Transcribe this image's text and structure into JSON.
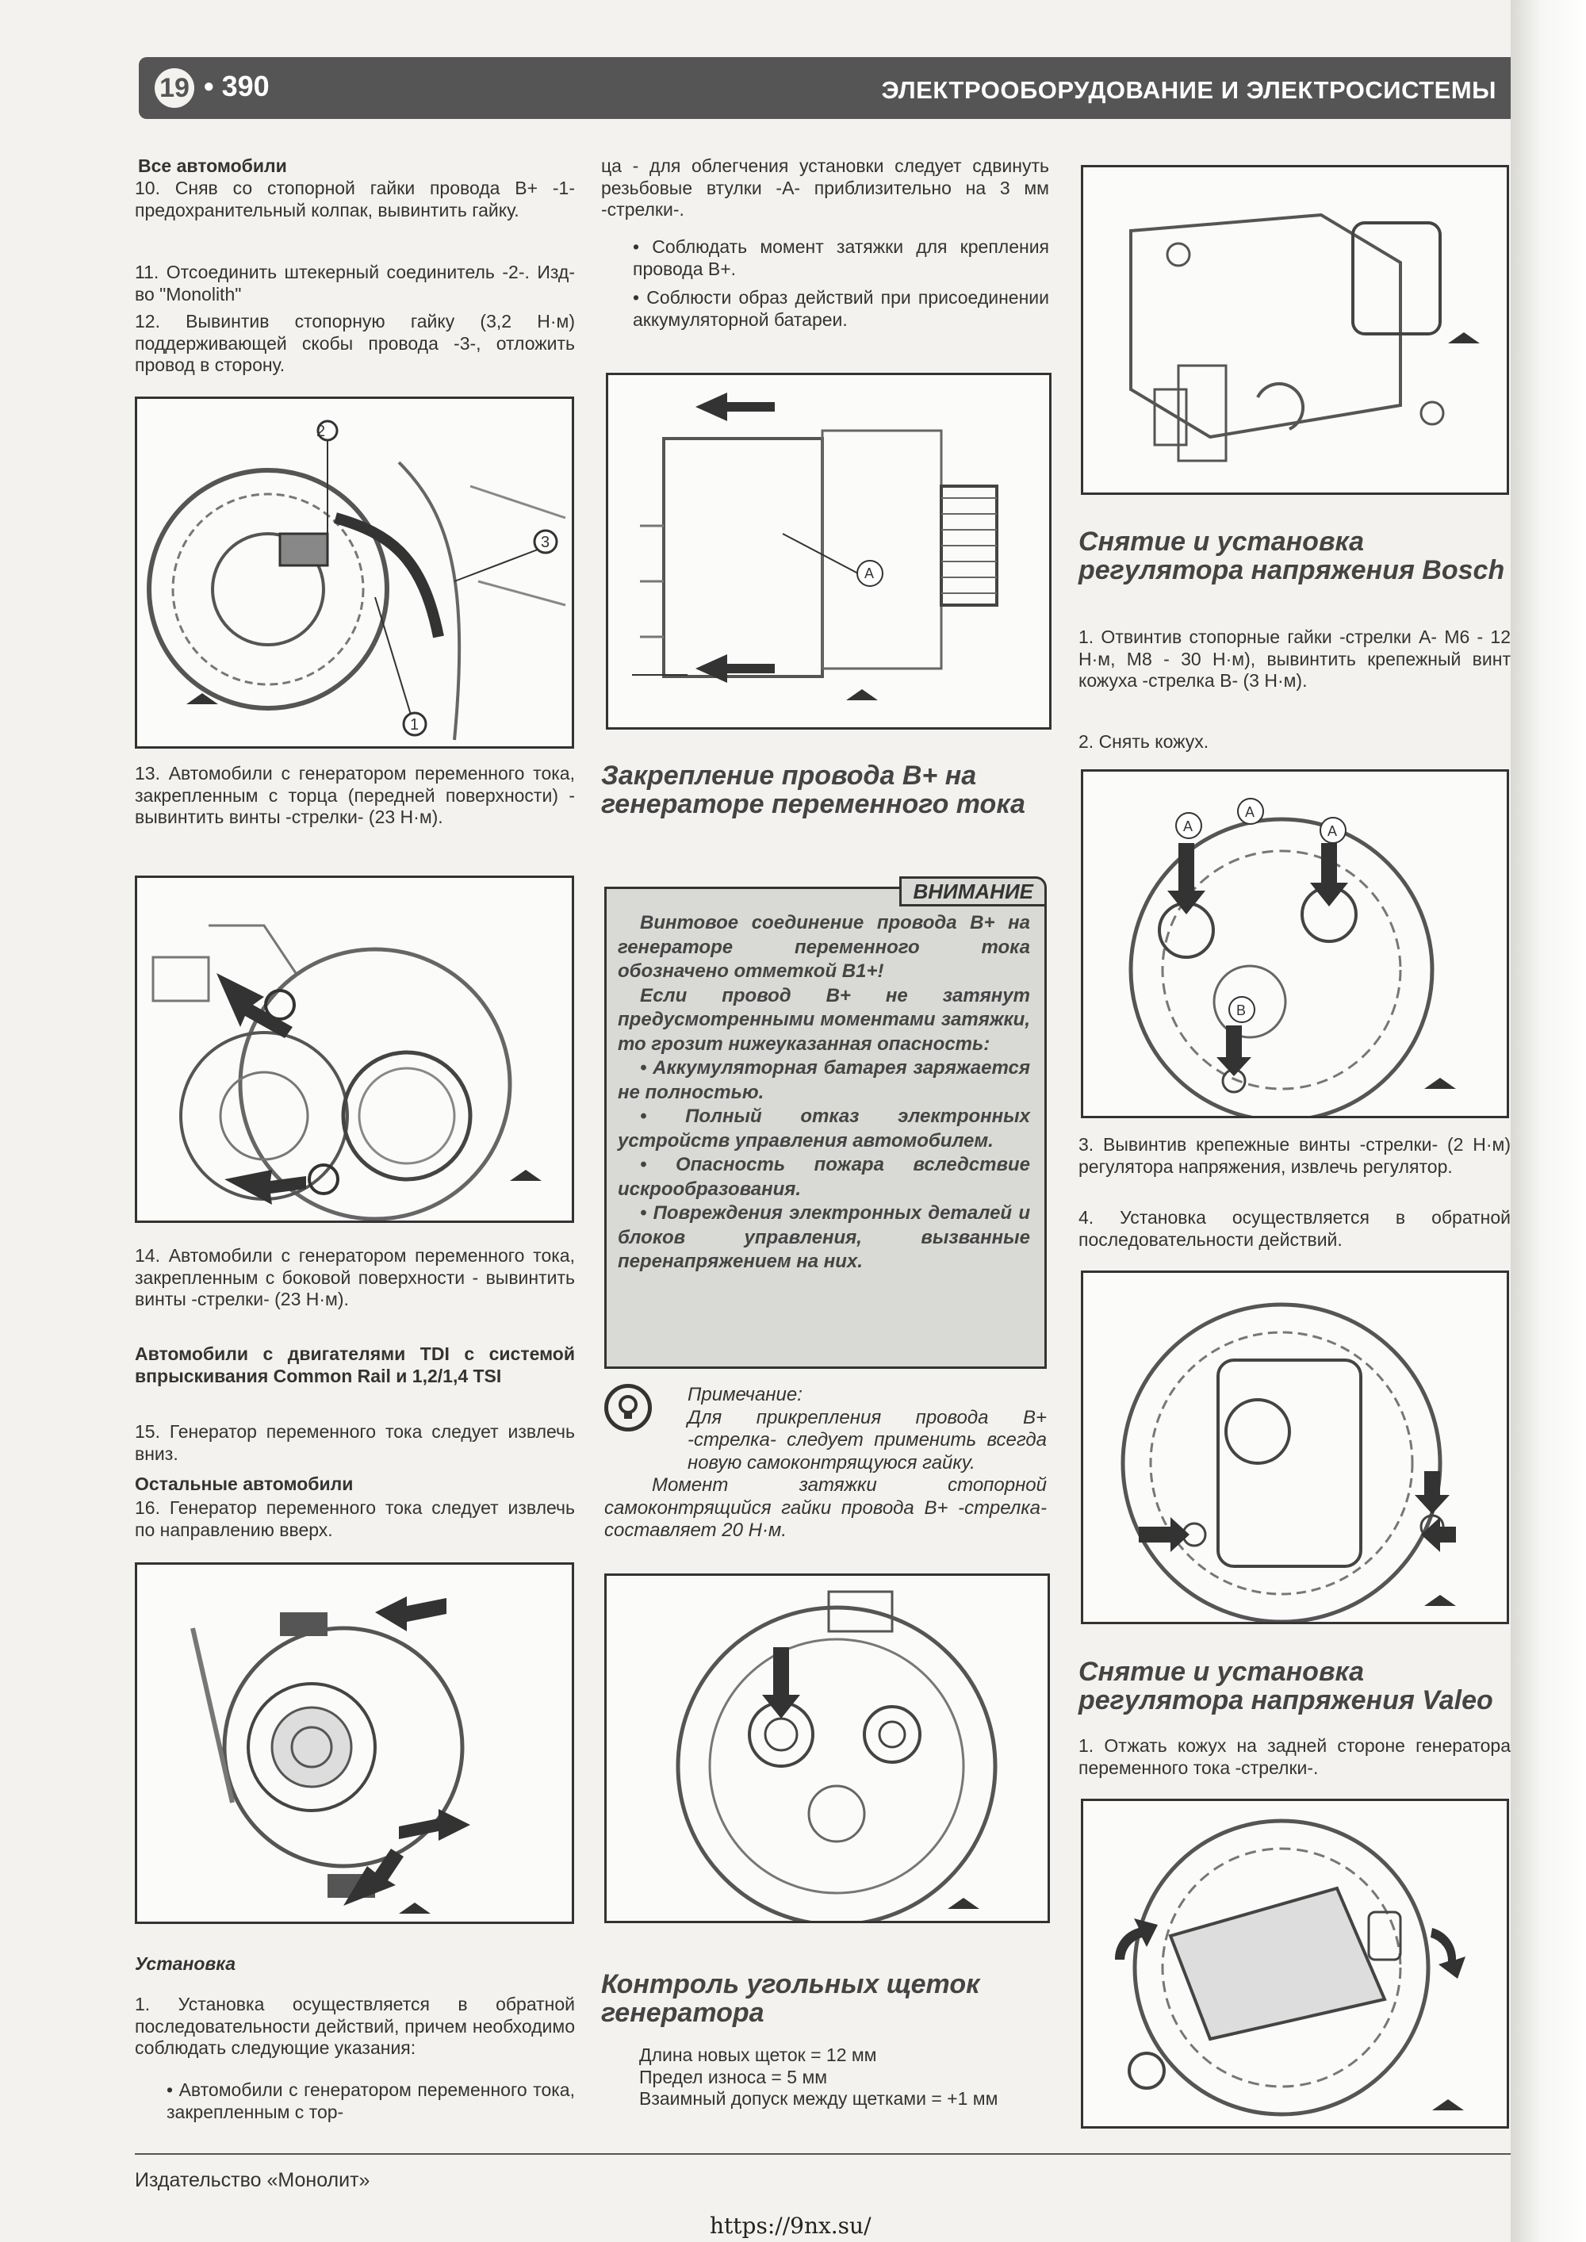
{
  "header": {
    "chapter": "19",
    "page": "• 390",
    "section": "ЭЛЕКТРООБОРУДОВАНИЕ И ЭЛЕКТРОСИСТЕМЫ"
  },
  "col1": {
    "all_cars": "Все автомобили",
    "p10": "10. Сняв со стопорной гайки провода В+ -1- предохранительный колпак, вывинтить гайку.",
    "p11": "11. Отсоединить штекерный соединитель -2-. Изд-во \"Monolith\"",
    "p12": "12. Вывинтив стопорную гайку (3,2 Н·м) поддерживающей скобы провода -3-, отложить провод в сторону.",
    "fig1_labels": [
      "2",
      "3",
      "1"
    ],
    "p13": "13. Автомобили с генератором переменного тока, закрепленным с торца (передней поверхности) - вывинтить винты -стрелки- (23 Н·м).",
    "p14": "14. Автомобили с генератором переменного тока, закрепленным с боковой поверхности - вывинтить винты -стрелки- (23 Н·м).",
    "tdi": "Автомобили с двигателями TDI с системой впрыскивания Common Rail и 1,2/1,4 TSI",
    "p15": "15. Генератор переменного тока следует извлечь вниз.",
    "other_cars": "Остальные автомобили",
    "p16": "16. Генератор переменного тока следует извлечь по направлению вверх.",
    "install_title": "Установка",
    "i1": "1. Установка осуществляется в обратной последовательности действий, причем необходимо соблюдать следующие указания:",
    "i1b": "• Автомобили с генератором переменного тока, закрепленным с тор-"
  },
  "col2": {
    "cont": "ца - для облегчения установки следует сдвинуть резьбовые втулки -А- приблизительно на 3 мм -стрелки-.",
    "b1": "• Соблюдать момент затяжки для крепления провода В+.",
    "b2": "• Соблюсти образ действий при присоединении аккумуляторной батареи.",
    "fig_label": "A",
    "heading": "Закрепление провода В+ на генераторе переменного тока",
    "warning_tag": "ВНИМАНИЕ",
    "warning_lines": [
      "Винтовое соединение провода В+ на генераторе переменного тока обозначено отметкой В1+!",
      "Если провод В+ не затянут предусмотренными моментами затяжки, то грозит нижеуказанная опасность:",
      "• Аккумуляторная батарея заряжается не полностью.",
      "• Полный отказ электронных устройств управления автомобилем.",
      "• Опасность пожара вследствие искрообразования.",
      "• Повреждения электронных деталей и блоков управления, вызванные перенапряжением на них."
    ],
    "note_title": "Примечание:",
    "note_text1": "Для прикрепления провода В+ -стрелка- следует применить всегда новую самоконтрящуюся гайку.",
    "note_text2": "Момент затяжки стопорной самоконтрящийся гайки провода В+ -стрелка- составляет 20 Н·м.",
    "brush_heading": "Контроль угольных щеток генератора",
    "brush1": "Длина новых щеток = 12 мм",
    "brush2": "Предел износа = 5 мм",
    "brush3": "Взаимный допуск между щетками = +1 мм"
  },
  "col3": {
    "bosch_heading": "Снятие и установка регулятора напряжения Bosch",
    "s1": "1. Отвинтив стопорные гайки -стрелки А- М6 - 12 Н·м, М8 - 30 Н·м), вывинтить крепежный винт кожуха -стрелка В- (3 Н·м).",
    "s2": "2. Снять кожух.",
    "fig_labels": [
      "A",
      "A",
      "A",
      "B"
    ],
    "s3": "3. Вывинтив крепежные винты -стрелки- (2 Н·м) регулятора напряжения, извлечь регулятор.",
    "s4": "4. Установка осуществляется в обратной последовательности действий.",
    "valeo_heading": "Снятие и установка регулятора напряжения Valeo",
    "v1": "1. Отжать кожух на задней стороне генератора переменного тока -стрелки-."
  },
  "footer": {
    "publisher": "Издательство «Монолит»",
    "url": "https://9nx.su/"
  }
}
